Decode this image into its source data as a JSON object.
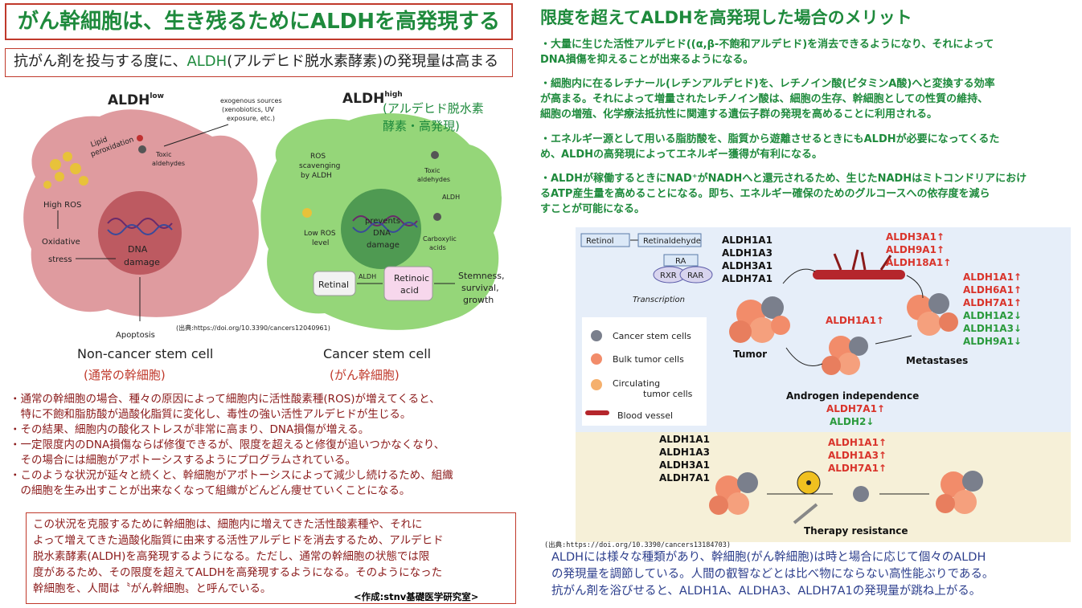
{
  "header": {
    "title": "がん幹細胞は、生き残るためにALDHを高発現する",
    "subtitle_pre": "抗がん剤を投与する度に、",
    "subtitle_green": "ALDH",
    "subtitle_post": "(アルデヒド脱水素酵素)の発現量は高まる"
  },
  "left_figure": {
    "aldh_low": "ALDH",
    "aldh_low_sup": "low",
    "aldh_high": "ALDH",
    "aldh_high_sup": "high",
    "aldh_high_jp_1": "(アルデヒド脱水素",
    "aldh_high_jp_2": "酵素・高発現)",
    "exogenous_1": "exogenous sources",
    "exogenous_2": "(xenobiotics, UV",
    "exogenous_3": "exposure, etc.)",
    "lipid_1": "Lipid",
    "lipid_2": "peroxidation",
    "toxic_1": "Toxic",
    "toxic_2": "aldehydes",
    "high_ros": "High ROS",
    "oxidative_1": "Oxidative",
    "oxidative_2": "stress",
    "dna_1": "DNA",
    "dna_2": "damage",
    "apoptosis": "Apoptosis",
    "ros_1": "ROS",
    "ros_2": "scavenging",
    "ros_3": "by ALDH",
    "toxic_r_1": "Toxic",
    "toxic_r_2": "aldehydes",
    "aldh_label": "ALDH",
    "low_ros_1": "Low ROS",
    "low_ros_2": "level",
    "prevents_1": "prevents",
    "prevents_2": "DNA",
    "prevents_3": "damage",
    "carboxylic_1": "Carboxylic",
    "carboxylic_2": "acids",
    "retinal": "Retinal",
    "aldh_arrow": "ALDH",
    "retinoic_1": "Retinoic",
    "retinoic_2": "acid",
    "stemness_1": "Stemness,",
    "stemness_2": "survival,",
    "stemness_3": "growth",
    "source": "(出典:https://doi.org/10.3390/cancers12040961)",
    "non_cancer": "Non-cancer stem cell",
    "non_cancer_jp": "(通常の幹細胞)",
    "cancer": "Cancer stem cell",
    "cancer_jp": "(がん幹細胞)"
  },
  "left_bullets": [
    "・通常の幹細胞の場合、種々の原因によって細胞内に活性酸素種(ROS)が増えてくると、",
    "　特に不飽和脂肪酸が過酸化脂質に変化し、毒性の強い活性アルデヒドが生じる。",
    "・その結果、細胞内の酸化ストレスが非常に高まり、DNA損傷が増える。",
    "・一定限度内のDNA損傷ならば修復できるが、限度を超えると修復が追いつかなくなり、",
    "　その場合には細胞がアポトーシスするようにプログラムされている。",
    "・このような状況が延々と続くと、幹細胞がアポトーシスによって減少し続けるため、組織",
    "　の細胞を生み出すことが出来なくなって組織がどんどん痩せていくことになる。"
  ],
  "note": [
    "この状況を克服するために幹細胞は、細胞内に増えてきた活性酸素種や、それに",
    "よって増えてきた過酸化脂質に由来する活性アルデヒドを消去するため、アルデヒド",
    "脱水素酵素(ALDH)を高発現するようになる。ただし、通常の幹細胞の状態では限",
    "度があるため、その限度を超えてALDHを高発現するようになる。そのようになった",
    "幹細胞を、人間は〝がん幹細胞〟と呼んでいる。"
  ],
  "credit": "<作成:stnv基礎医学研究室>",
  "right": {
    "title": "限度を超えてALDHを高発現した場合のメリット",
    "bullets": [
      [
        "・大量に生じた活性アルデヒド((α,β-不飽和アルデヒド)を消去できるようになり、それによって",
        "DNA損傷を抑えることが出来るようになる。"
      ],
      [
        "・細胞内に在るレチナール(レチンアルデヒド)を、レチノイン酸(ビタミンA酸)へと変換する効率",
        "が高まる。それによって増量されたレチノイン酸は、細胞の生存、幹細胞としての性質の維持、",
        "細胞の増殖、化学療法抵抗性に関連する遺伝子群の発現を高めることに利用される。"
      ],
      [
        "・エネルギー源として用いる脂肪酸を、脂質から遊離させるときにもALDHが必要になってくるた",
        "め、ALDHの高発現によってエネルギー獲得が有利になる。"
      ],
      [
        "・ALDHが稼働するときにNAD⁺がNADHへと還元されるため、生じたNADHはミトコンドリアにおけ",
        "るATP産生量を高めることになる。即ち、エネルギー確保のためのグルコースへの依存度を減ら",
        "すことが可能になる。"
      ]
    ],
    "figure": {
      "retinol": "Retinol",
      "retinaldehyde": "Retinaldehyde",
      "ra": "RA",
      "rxr": "RXR",
      "rar": "RAR",
      "transcription": "Transcription",
      "aldh_list_1": [
        "ALDH1A1",
        "ALDH1A3",
        "ALDH3A1",
        "ALDH7A1"
      ],
      "vessel_up": [
        "ALDH3A1↑",
        "ALDH9A1↑",
        "ALDH18A1↑"
      ],
      "meta_up": [
        "ALDH1A1↑",
        "ALDH6A1↑",
        "ALDH7A1↑"
      ],
      "meta_down": [
        "ALDH1A2↓",
        "ALDH1A3↓",
        "ALDH9A1↓"
      ],
      "center_up": "ALDH1A1↑",
      "legend_csc": "Cancer stem cells",
      "legend_bulk": "Bulk tumor cells",
      "legend_circ_1": "Circulating",
      "legend_circ_2": "tumor cells",
      "legend_vessel": "Blood vessel",
      "tumor": "Tumor",
      "metastases": "Metastases",
      "androgen": "Androgen independence",
      "androgen_up": "ALDH7A1↑",
      "androgen_down": "ALDH2↓",
      "therapy_list": [
        "ALDH1A1",
        "ALDH1A3",
        "ALDH3A1",
        "ALDH7A1"
      ],
      "therapy_up": [
        "ALDH1A1↑",
        "ALDH1A3↑",
        "ALDH7A1↑"
      ],
      "therapy": "Therapy resistance",
      "source": "(出典:https://doi.org/10.3390/cancers13184703)"
    },
    "conclusion": [
      "ALDHには様々な種類があり、幹細胞(がん幹細胞)は時と場合に応じて個々のALDH",
      "の発現量を調節している。人間の叡智などとは比べ物にならない高性能ぶりである。",
      "抗がん剤を浴びせると、ALDH1A、ALDHA3、ALDH7A1の発現量が跳ね上がる。"
    ]
  },
  "colors": {
    "green": "#1e8a3c",
    "red": "#c0392b",
    "dark_red": "#8b1a1a",
    "navy": "#2c3e8c"
  }
}
